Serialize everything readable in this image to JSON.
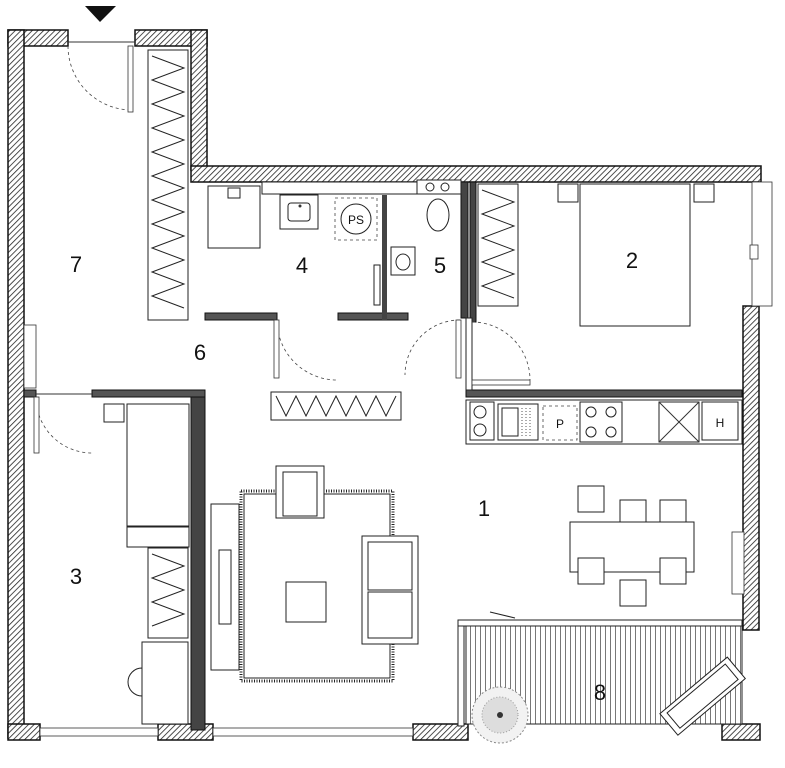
{
  "rooms": [
    {
      "id": "r1",
      "label": "1"
    },
    {
      "id": "r2",
      "label": "2"
    },
    {
      "id": "r3",
      "label": "3"
    },
    {
      "id": "r4",
      "label": "4"
    },
    {
      "id": "r5",
      "label": "5"
    },
    {
      "id": "r6",
      "label": "6"
    },
    {
      "id": "r7",
      "label": "7"
    },
    {
      "id": "r8",
      "label": "8"
    }
  ],
  "fixtures": {
    "ps": "PS",
    "p": "P",
    "h": "H"
  },
  "icons": {
    "entrance": "entrance-arrow-icon"
  }
}
